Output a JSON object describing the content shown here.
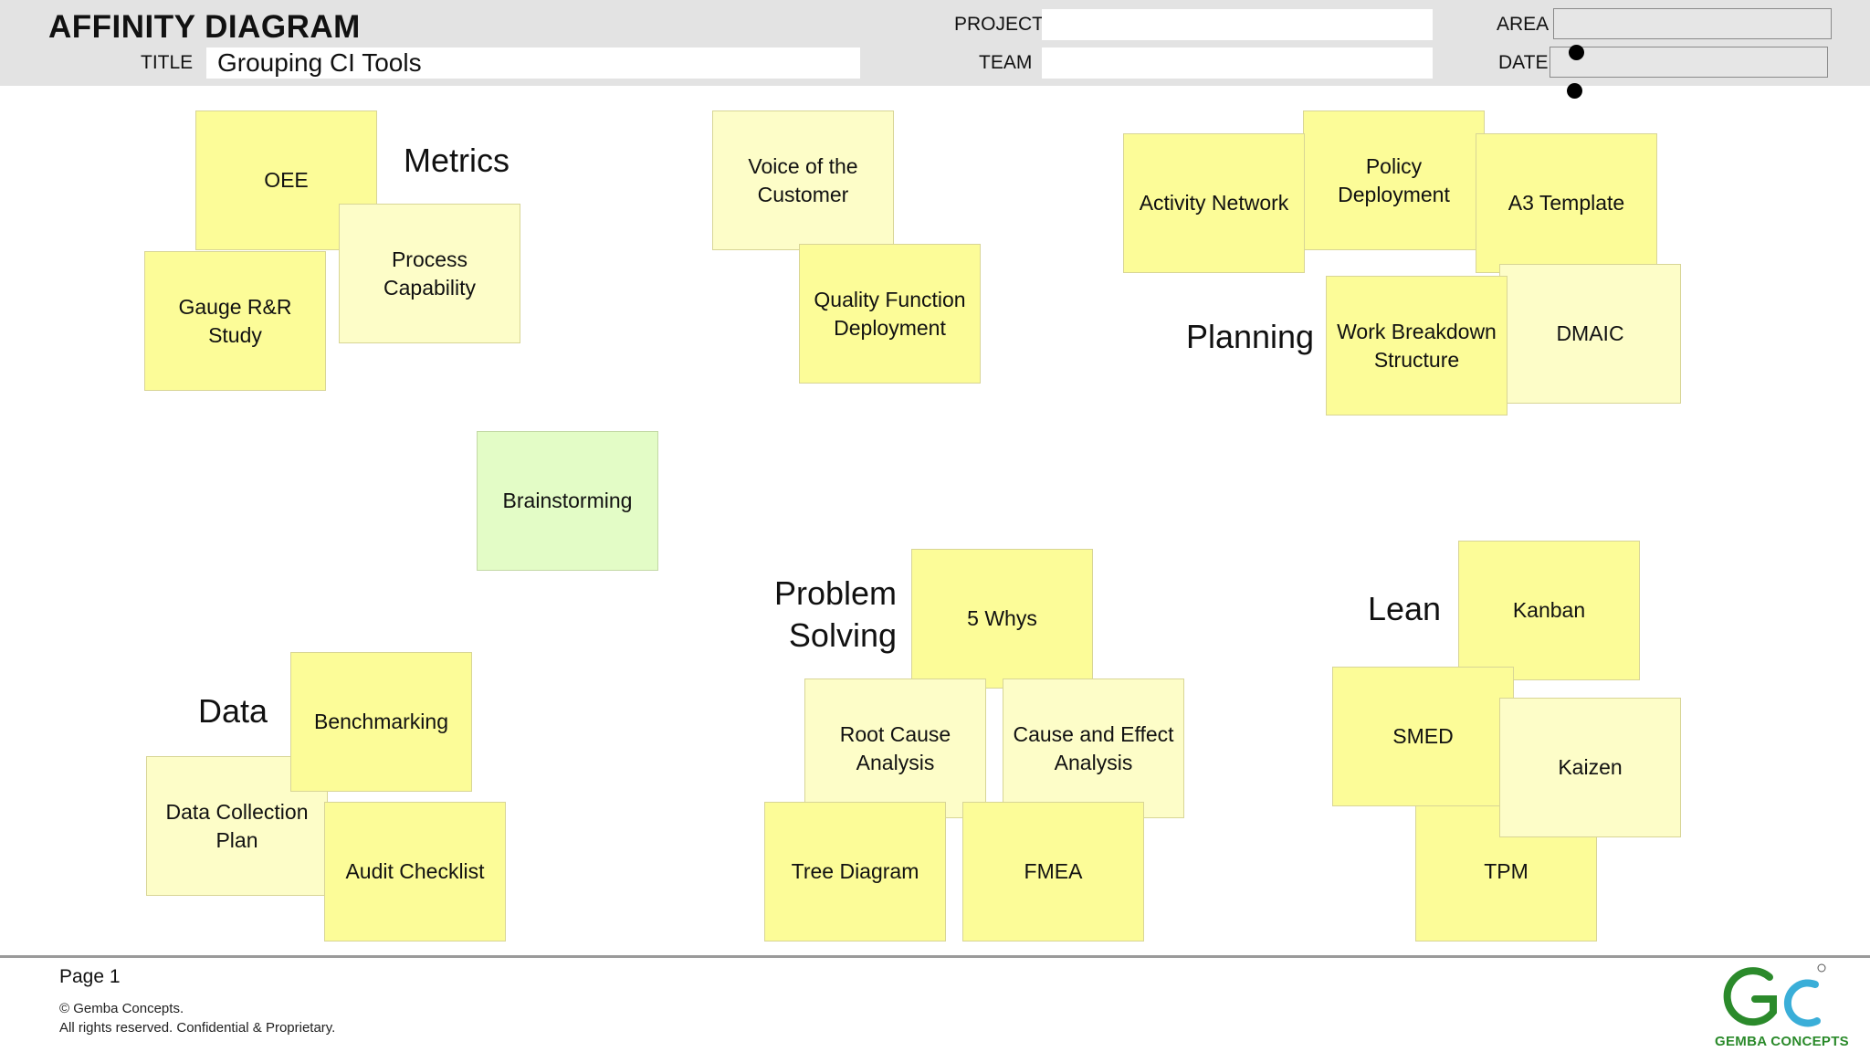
{
  "header": {
    "app_title": "AFFINITY DIAGRAM",
    "title_label": "TITLE",
    "title_value": "Grouping CI Tools",
    "project_label": "PROJECT",
    "project_value": "",
    "team_label": "TEAM",
    "team_value": "",
    "area_label": "AREA",
    "area_value": "",
    "date_label": "DATE",
    "date_value": ""
  },
  "groups": {
    "metrics": "Metrics",
    "planning": "Planning",
    "problem_solving": "Problem\nSolving",
    "lean": "Lean",
    "data": "Data"
  },
  "notes": {
    "oee": "OEE",
    "gauge_rr": "Gauge R&R Study",
    "process_capability": "Process Capability",
    "voice_of_customer": "Voice of the Customer",
    "qfd": "Quality Function Deployment",
    "activity_network": "Activity Network",
    "policy_deployment": "Policy Deployment",
    "a3_template": "A3 Template",
    "wbs": "Work Breakdown Structure",
    "dmaic": "DMAIC",
    "brainstorming": "Brainstorming",
    "five_whys": "5 Whys",
    "root_cause": "Root Cause Analysis",
    "cause_effect": "Cause and Effect Analysis",
    "tree_diagram": "Tree Diagram",
    "fmea": "FMEA",
    "kanban": "Kanban",
    "smed": "SMED",
    "kaizen": "Kaizen",
    "tpm": "TPM",
    "benchmarking": "Benchmarking",
    "data_collection_plan": "Data Collection Plan",
    "audit_checklist": "Audit Checklist"
  },
  "footer": {
    "page": "Page 1",
    "copyright": "© Gemba Concepts.",
    "rights": "All rights reserved.  Confidential & Proprietary.",
    "logo_text": "GEMBA CONCEPTS"
  },
  "colors": {
    "note_yellow": "#fcfc98",
    "note_pale": "#fdfdc8",
    "note_green": "#e3fcc6",
    "header_bg": "#e3e3e3",
    "logo_green": "#2b8a2b",
    "logo_blue": "#3aaed8"
  }
}
